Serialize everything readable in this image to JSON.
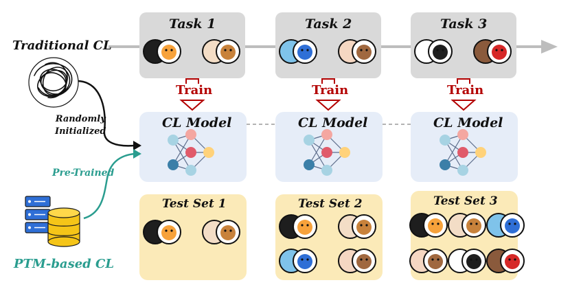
{
  "timeline": {
    "label": "Traditional CL"
  },
  "tasks": [
    {
      "title": "Task 1",
      "train_label": "Train",
      "icons": [
        "cat-icon",
        "dog-icon"
      ]
    },
    {
      "title": "Task 2",
      "train_label": "Train",
      "icons": [
        "fish-icon",
        "monkey-icon"
      ]
    },
    {
      "title": "Task 3",
      "train_label": "Train",
      "icons": [
        "panda-icon",
        "bird-icon"
      ]
    }
  ],
  "models": [
    {
      "title": "CL Model"
    },
    {
      "title": "CL Model"
    },
    {
      "title": "CL Model"
    }
  ],
  "test_sets": [
    {
      "title": "Test Set 1",
      "icons": [
        "cat-icon",
        "dog-icon"
      ]
    },
    {
      "title": "Test Set 2",
      "icons": [
        "cat-icon",
        "dog-icon",
        "fish-icon",
        "monkey-icon"
      ]
    },
    {
      "title": "Test Set 3",
      "icons": [
        "cat-icon",
        "dog-icon",
        "fish-icon",
        "monkey-icon",
        "panda-icon",
        "bird-icon"
      ]
    }
  ],
  "left_panel": {
    "random_label_line1": "Randomly",
    "random_label_line2": "Initialized",
    "pretrained_label": "Pre-Trained",
    "ptm_label": "PTM-based CL"
  },
  "colors": {
    "task_box": "#d9d9d9",
    "model_box": "#e6edf8",
    "test_box": "#fbeab8",
    "train_red": "#b30000",
    "teal": "#2a9d8f",
    "arrow_gray": "#bdbdbd"
  }
}
